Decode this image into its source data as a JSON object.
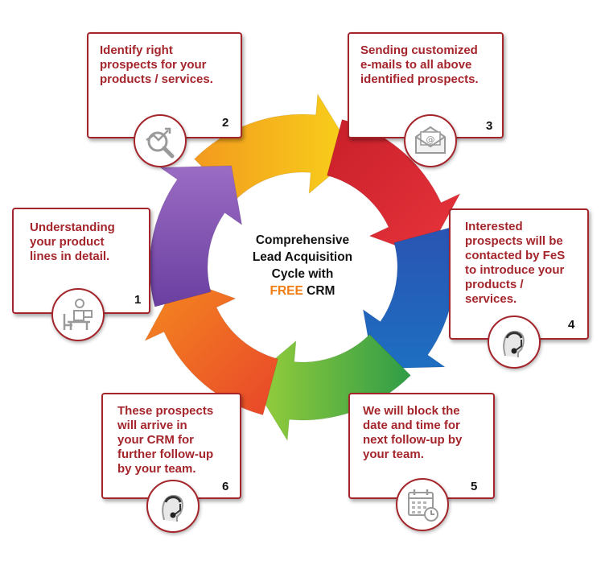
{
  "center": {
    "line1": "Comprehensive",
    "line2": "Lead Acquisition",
    "line3": "Cycle with",
    "free": "FREE",
    "crm": " CRM"
  },
  "steps": [
    {
      "number": "1",
      "lines": [
        "Understanding",
        "your product",
        "lines in detail."
      ],
      "icon": "person-at-desk-icon"
    },
    {
      "number": "2",
      "lines": [
        "Identify right",
        "prospects for your",
        "products / services."
      ],
      "icon": "magnifier-growth-icon"
    },
    {
      "number": "3",
      "lines": [
        "Sending customized",
        "e-mails to all above",
        "identified prospects."
      ],
      "icon": "email-envelope-icon"
    },
    {
      "number": "4",
      "lines": [
        "Interested",
        "prospects will be",
        "contacted by FeS",
        "to introduce your",
        "products /",
        "services."
      ],
      "icon": "headset-agent-icon"
    },
    {
      "number": "5",
      "lines": [
        "We will block the",
        "date and time for",
        "next follow-up by",
        "your team."
      ],
      "icon": "calendar-clock-icon"
    },
    {
      "number": "6",
      "lines": [
        "These prospects",
        "will arrive in",
        "your CRM for",
        "further follow-up",
        "by your team."
      ],
      "icon": "headset-agent-icon"
    }
  ],
  "colors": {
    "accent": "#a4262c",
    "free": "#f07c12",
    "arrows": [
      "#f6c31a",
      "#d4262c",
      "#2e56b0",
      "#6bbd3a",
      "#f07b1d",
      "#8a4fb0"
    ]
  }
}
